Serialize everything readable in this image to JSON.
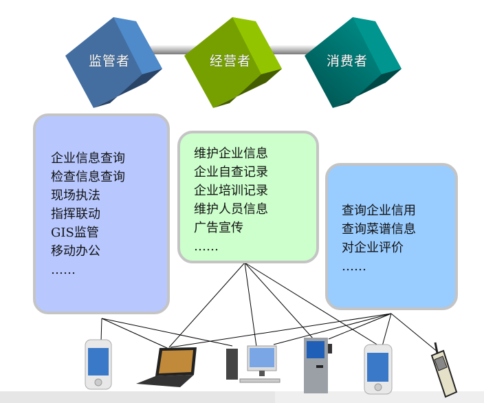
{
  "roles": [
    {
      "label": "监管者",
      "color": "#4a7ebf"
    },
    {
      "label": "经营者",
      "color": "#84b000"
    },
    {
      "label": "消费者",
      "color": "#008b86"
    }
  ],
  "panels": {
    "regulator": {
      "items": [
        "企业信息查询",
        "检查信息查询",
        "现场执法",
        "指挥联动",
        "GIS监管",
        "移动办公",
        "……"
      ],
      "color": "#b8c8ff"
    },
    "operator": {
      "items": [
        "维护企业信息",
        "企业自查记录",
        "企业培训记录",
        "维护人员信息",
        "广告宣传",
        "……"
      ],
      "color": "#ccffcc"
    },
    "consumer": {
      "items": [
        "查询企业信用",
        "查询菜谱信息",
        "对企业评价",
        "……"
      ],
      "color": "#99ccff"
    }
  },
  "devices": [
    "pda-1",
    "laptop",
    "desktop-pc",
    "kiosk",
    "pda-2",
    "mobile-phone"
  ]
}
